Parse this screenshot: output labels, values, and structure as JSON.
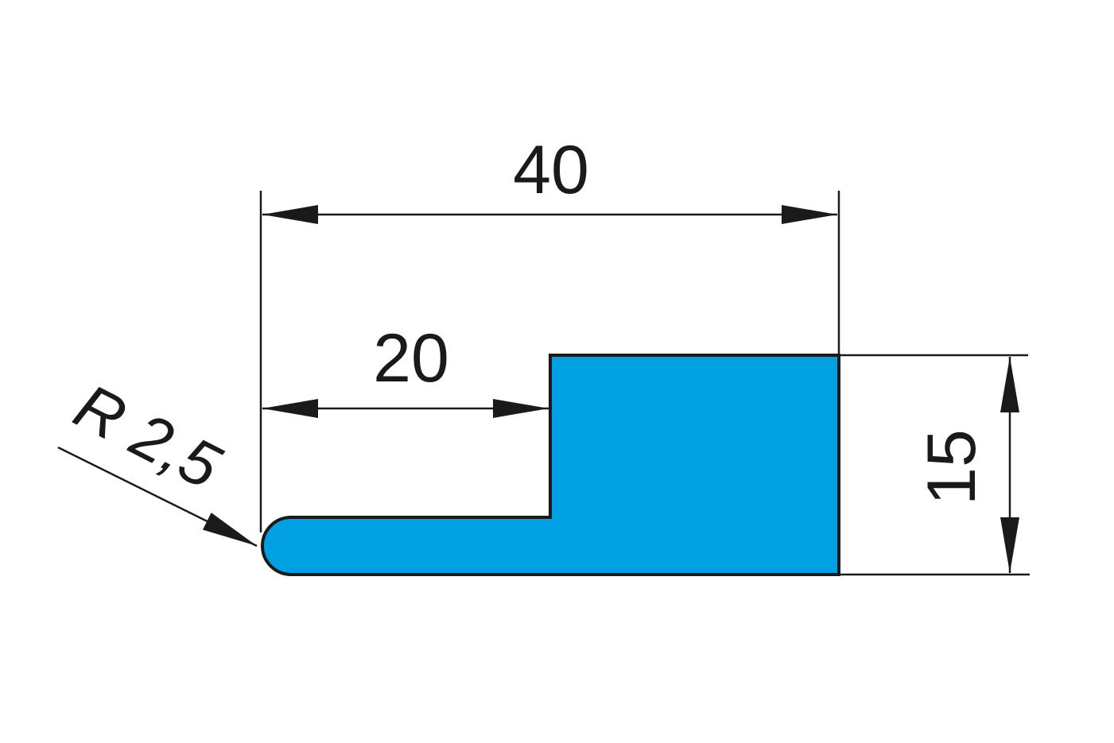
{
  "drawing": {
    "dimensions": {
      "overall_width": "40",
      "step_width": "20",
      "height": "15",
      "radius": "R 2,5"
    },
    "colors": {
      "profile_fill": "#00a0e3",
      "line": "#1a1a1a",
      "background": "#ffffff"
    }
  }
}
